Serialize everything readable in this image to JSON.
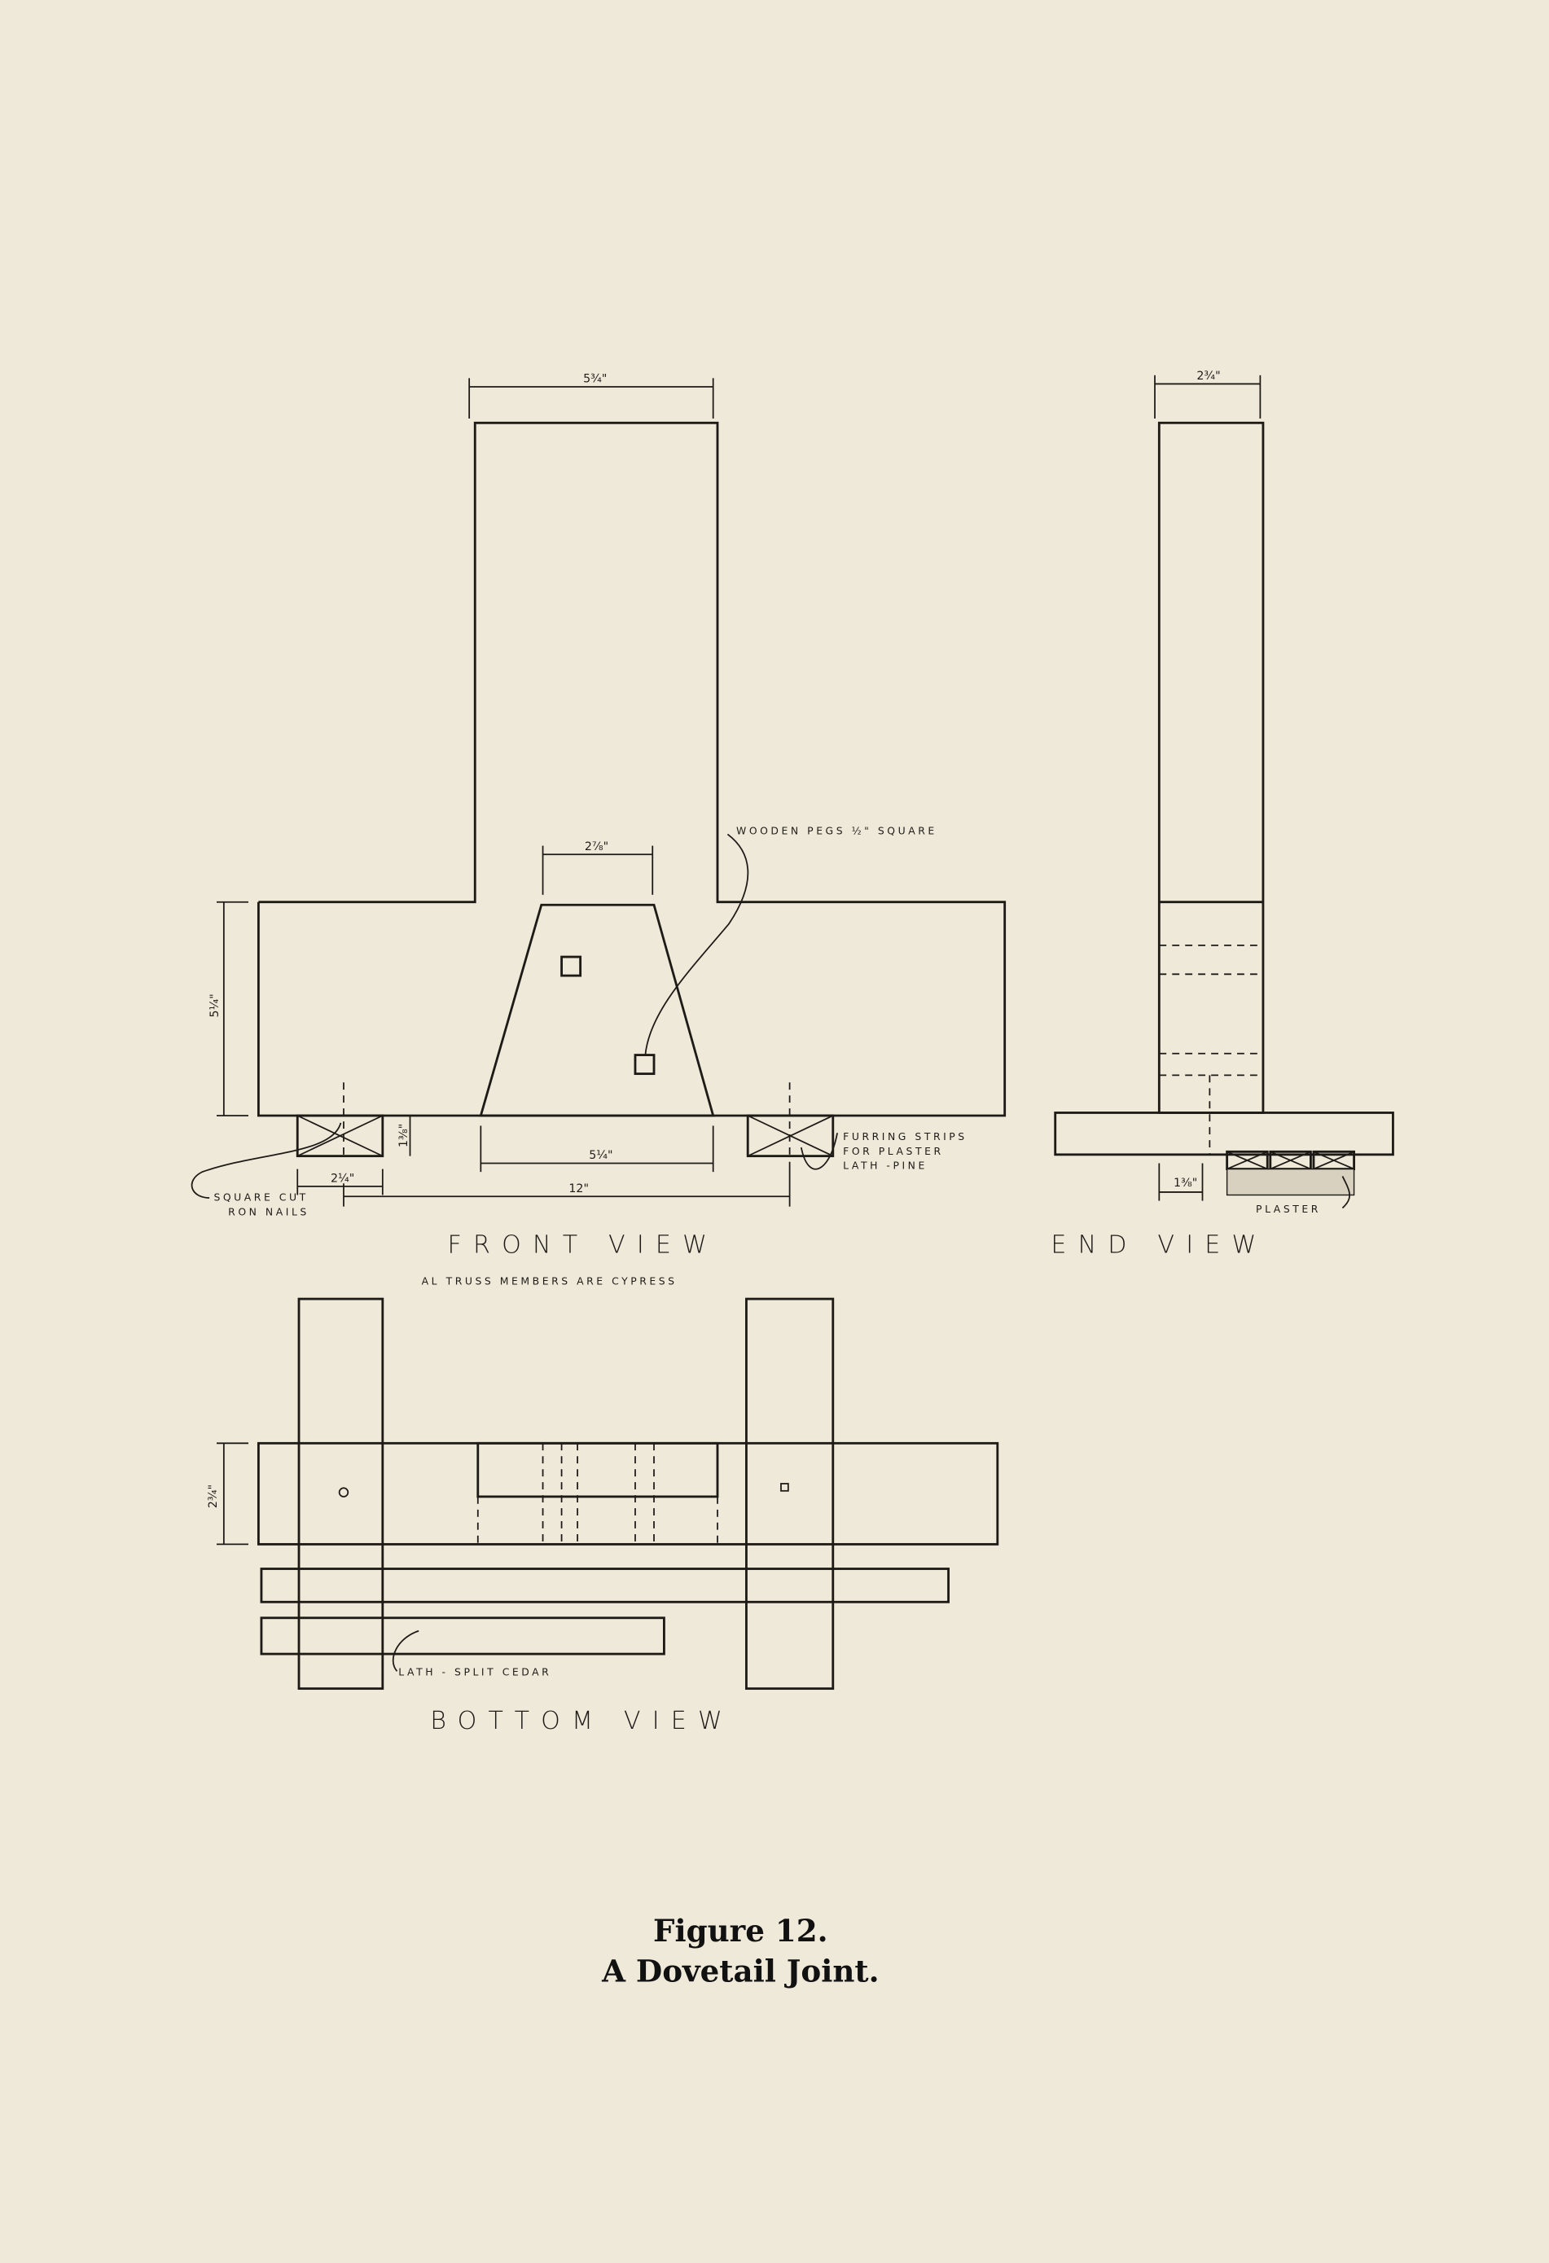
{
  "drawing": {
    "front_view": {
      "title": "FRONT VIEW",
      "dimensions": {
        "post_width": "5¾\"",
        "dovetail_top": "2⅞\"",
        "beam_height": "5¼\"",
        "strip_height": "1⅜\"",
        "dovetail_bottom": "5¼\"",
        "strip_width": "2¼\"",
        "strip_spacing": "12\""
      },
      "notes": {
        "pegs": "WOODEN PEGS ½\" SQUARE",
        "nails_line1": "SQUARE CUT",
        "nails_line2": "RON NAILS",
        "furring_line1": "FURRING STRIPS",
        "furring_line2": "FOR PLASTER",
        "furring_line3": "LATH -PINE"
      }
    },
    "end_view": {
      "title": "END VIEW",
      "dimensions": {
        "post_width": "2¾\"",
        "strip_height": "1⅜\""
      },
      "notes": {
        "plaster": "PLASTER"
      }
    },
    "general_note": "AL  TRUSS MEMBERS ARE CYPRESS",
    "bottom_view": {
      "title": "BOTTOM VIEW",
      "dimensions": {
        "beam_width": "2¾\""
      },
      "notes": {
        "lath": "LATH - SPLIT CEDAR"
      }
    }
  },
  "caption": {
    "figure": "Figure 12.",
    "title": "A Dovetail Joint."
  }
}
